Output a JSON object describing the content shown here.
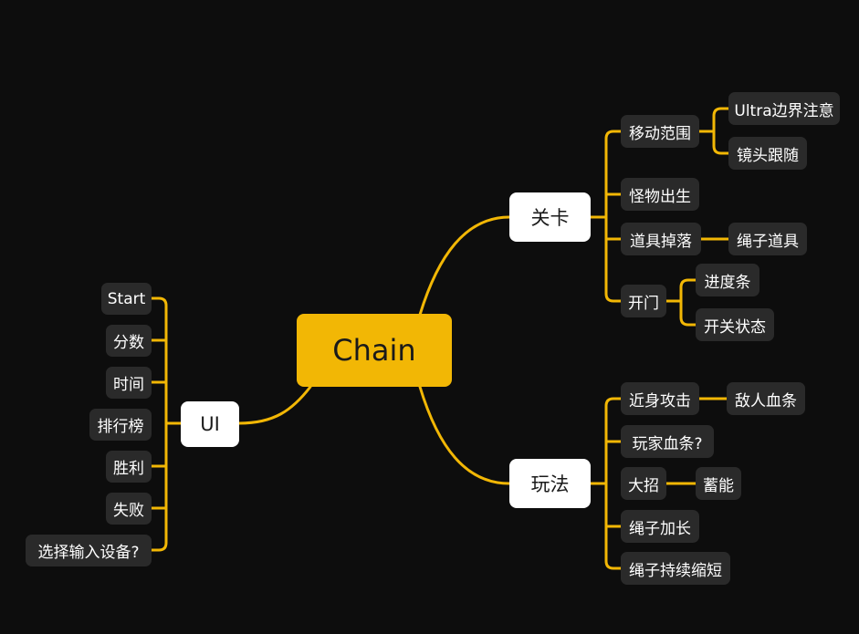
{
  "root": "Chain",
  "branches": {
    "guanka": "关卡",
    "wanfa": "玩法",
    "ui": "UI"
  },
  "guanka_items": {
    "move_range": "移动范围",
    "ultra_border": "Ultra边界注意",
    "camera_follow": "镜头跟随",
    "monster_spawn": "怪物出生",
    "item_drop": "道具掉落",
    "rope_item": "绳子道具",
    "open_door": "开门",
    "progress_bar": "进度条",
    "switch_state": "开关状态"
  },
  "wanfa_items": {
    "melee": "近身攻击",
    "enemy_hp": "敌人血条",
    "player_hp": "玩家血条?",
    "ultimate": "大招",
    "charge": "蓄能",
    "rope_extend": "绳子加长",
    "rope_shrink": "绳子持续缩短"
  },
  "ui_items": {
    "start": "Start",
    "score": "分数",
    "time": "时间",
    "leaderboard": "排行榜",
    "victory": "胜利",
    "defeat": "失败",
    "select_input": "选择输入设备?"
  },
  "colors": {
    "background": "#0d0d0d",
    "accent": "#f2b705",
    "branch_fill": "#ffffff",
    "leaf_fill": "#2a2a2a"
  }
}
